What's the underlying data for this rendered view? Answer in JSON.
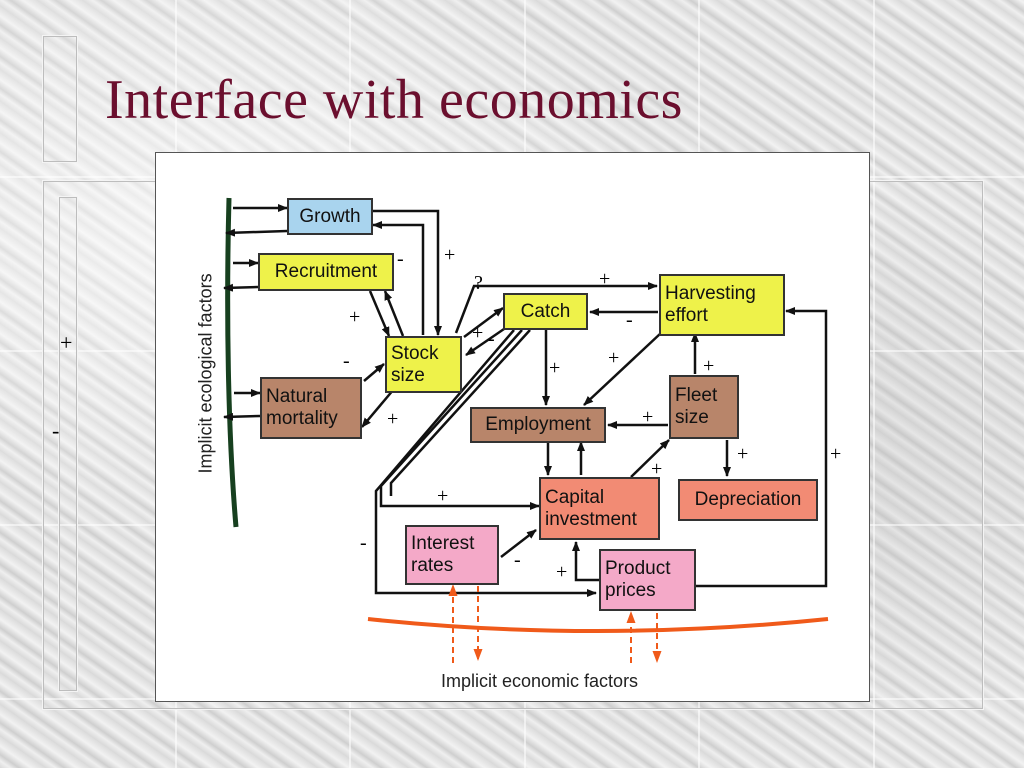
{
  "slide": {
    "title": "Interface with economics",
    "side_plus": "+",
    "side_minus": "-"
  },
  "diagram": {
    "ecological_label": "Implicit ecological factors",
    "economic_label": "Implicit economic factors",
    "nodes": {
      "growth": "Growth",
      "recruitment": "Recruitment",
      "natural_mortality": "Natural\nmortality",
      "stock_size": "Stock\nsize",
      "catch": "Catch",
      "harvesting_effort": "Harvesting\neffort",
      "employment": "Employment",
      "fleet_size": "Fleet\nsize",
      "capital_investment": "Capital\ninvestment",
      "depreciation": "Depreciation",
      "interest_rates": "Interest\nrates",
      "product_prices": "Product\nprices"
    },
    "signs": {
      "growth_stock_minus": "-",
      "growth_stock_plus": "+",
      "stock_catch_question": "?",
      "catch_effort_plus": "+",
      "effort_catch_minus": "-",
      "recruit_stock_plus": "+",
      "stock_catch_plus": "+",
      "catch_stock_minus": "-",
      "mortality_stock_minus": "-",
      "stock_mortality_plus": "+",
      "catch_employment_plus": "+",
      "effort_employment_plus": "+",
      "fleet_effort_plus": "+",
      "fleet_employment_plus": "+",
      "fleet_depreciation_plus": "+",
      "prices_effort_plus": "+",
      "capital_fleet_plus": "+",
      "catch_capital_plus": "+",
      "catch_prices_minus": "-",
      "interest_capital_minus": "-",
      "prices_capital_plus": "+"
    },
    "colors": {
      "blue": "#a9d4ee",
      "yellow": "#eef24a",
      "brown": "#b8856a",
      "salmon": "#f28b74",
      "pink": "#f4a9c8",
      "green_line": "#17401f",
      "orange_line": "#f05a1a"
    }
  }
}
